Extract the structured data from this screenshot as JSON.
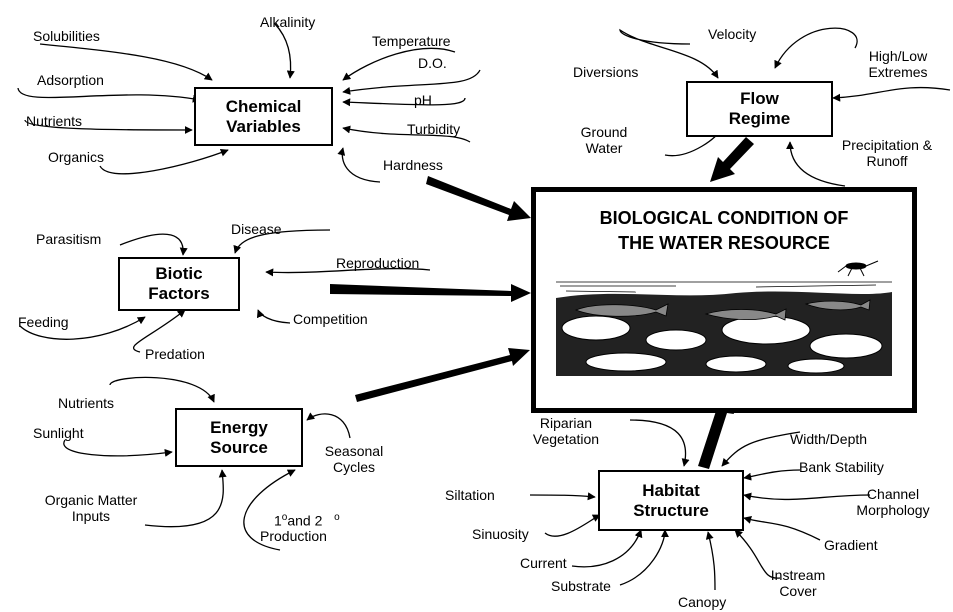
{
  "center": {
    "title_line1": "BIOLOGICAL CONDITION OF",
    "title_line2": "THE WATER RESOURCE"
  },
  "boxes": {
    "chemical": {
      "line1": "Chemical",
      "line2": "Variables"
    },
    "flow": {
      "line1": "Flow",
      "line2": "Regime"
    },
    "biotic": {
      "line1": "Biotic",
      "line2": "Factors"
    },
    "energy": {
      "line1": "Energy",
      "line2": "Source"
    },
    "habitat": {
      "line1": "Habitat",
      "line2": "Structure"
    }
  },
  "chemical_factors": {
    "solubilities": "Solubilities",
    "alkalinity": "Alkalinity",
    "temperature": "Temperature",
    "do": "D.O.",
    "adsorption": "Adsorption",
    "ph": "pH",
    "nutrients": "Nutrients",
    "turbidity": "Turbidity",
    "organics": "Organics",
    "hardness": "Hardness"
  },
  "flow_factors": {
    "velocity": "Velocity",
    "diversions": "Diversions",
    "highlow_1": "High/Low",
    "highlow_2": "Extremes",
    "ground_1": "Ground",
    "ground_2": "Water",
    "precip_1": "Precipitation &",
    "precip_2": "Runoff"
  },
  "biotic_factors": {
    "parasitism": "Parasitism",
    "disease": "Disease",
    "reproduction": "Reproduction",
    "feeding": "Feeding",
    "competition": "Competition",
    "predation": "Predation"
  },
  "energy_factors": {
    "nutrients": "Nutrients",
    "sunlight": "Sunlight",
    "seasonal_1": "Seasonal",
    "seasonal_2": "Cycles",
    "organic_1": "Organic Matter",
    "organic_2": "Inputs",
    "production_1_num": "1",
    "production_1_sup": "o",
    "production_1_text": "and 2",
    "production_1_sup2": "o",
    "production_2": "Production"
  },
  "habitat_factors": {
    "riparian_1": "Riparian",
    "riparian_2": "Vegetation",
    "width_depth": "Width/Depth",
    "bank_stability": "Bank Stability",
    "siltation": "Siltation",
    "channel_1": "Channel",
    "channel_2": "Morphology",
    "sinuosity": "Sinuosity",
    "gradient": "Gradient",
    "current": "Current",
    "instream_1": "Instream",
    "instream_2": "Cover",
    "substrate": "Substrate",
    "canopy": "Canopy"
  },
  "colors": {
    "ink": "#000000",
    "background": "#ffffff"
  }
}
